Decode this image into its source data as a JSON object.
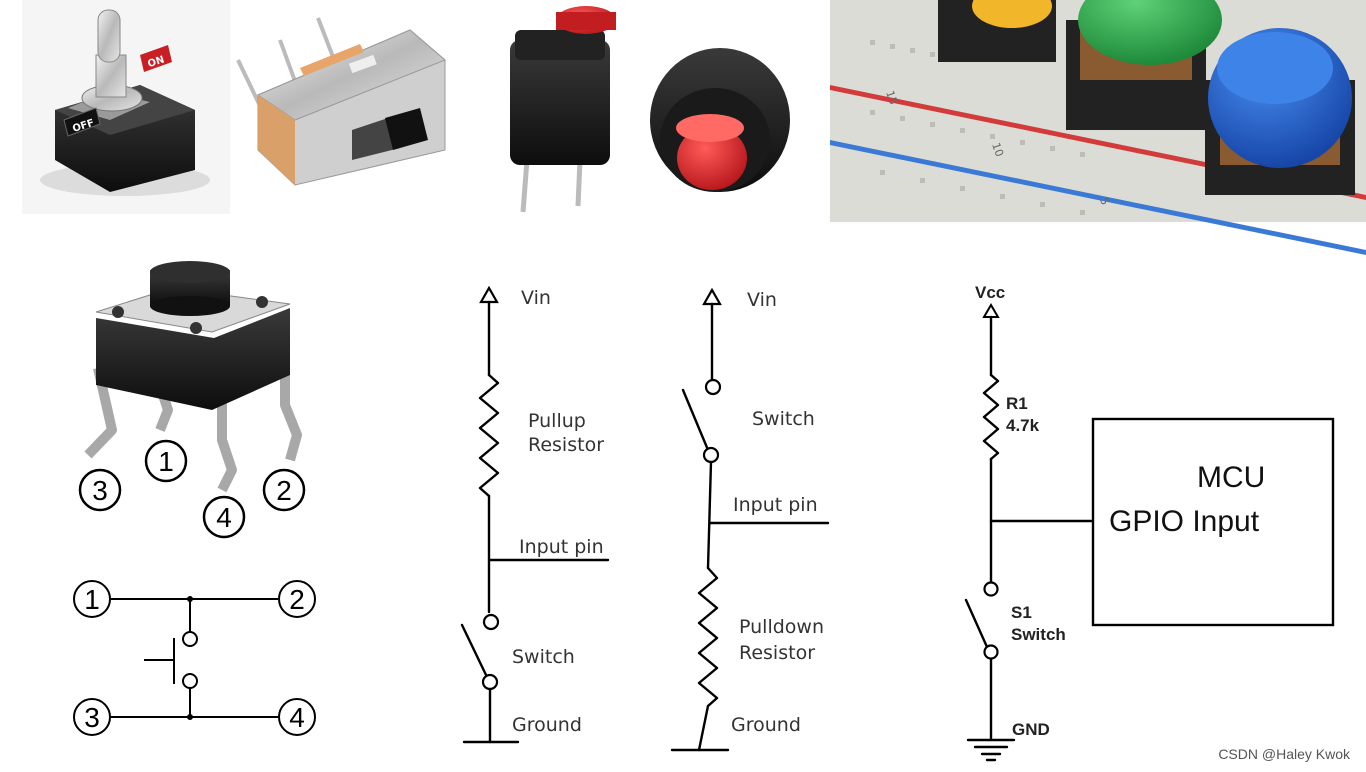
{
  "watermark": "CSDN @Haley Kwok",
  "photos": {
    "toggle_on": "ON",
    "toggle_off": "OFF",
    "breadboard_row_labels": [
      "15",
      "10",
      "5"
    ]
  },
  "tact_switch": {
    "pins": [
      "1",
      "2",
      "3",
      "4"
    ]
  },
  "pullup": {
    "vin": "Vin",
    "resistor_line1": "Pullup",
    "resistor_line2": "Resistor",
    "input_pin": "Input pin",
    "switch": "Switch",
    "ground": "Ground"
  },
  "pulldown": {
    "vin": "Vin",
    "switch": "Switch",
    "input_pin": "Input pin",
    "resistor_line1": "Pulldown",
    "resistor_line2": "Resistor",
    "ground": "Ground"
  },
  "mcu_circuit": {
    "vcc": "Vcc",
    "r1_name": "R1",
    "r1_value": "4.7k",
    "s1_name": "S1",
    "s1_label": "Switch",
    "gnd": "GND",
    "mcu_line1": "MCU",
    "mcu_line2": "GPIO Input"
  },
  "colors": {
    "breadboard": "#dcdcd6",
    "button_green": "#2fa84a",
    "button_blue": "#1f5fd0",
    "button_yellow": "#f2b62a",
    "button_red": "#d8262b",
    "rail_red": "#d33b3b",
    "rail_blue": "#3a7ad6"
  }
}
